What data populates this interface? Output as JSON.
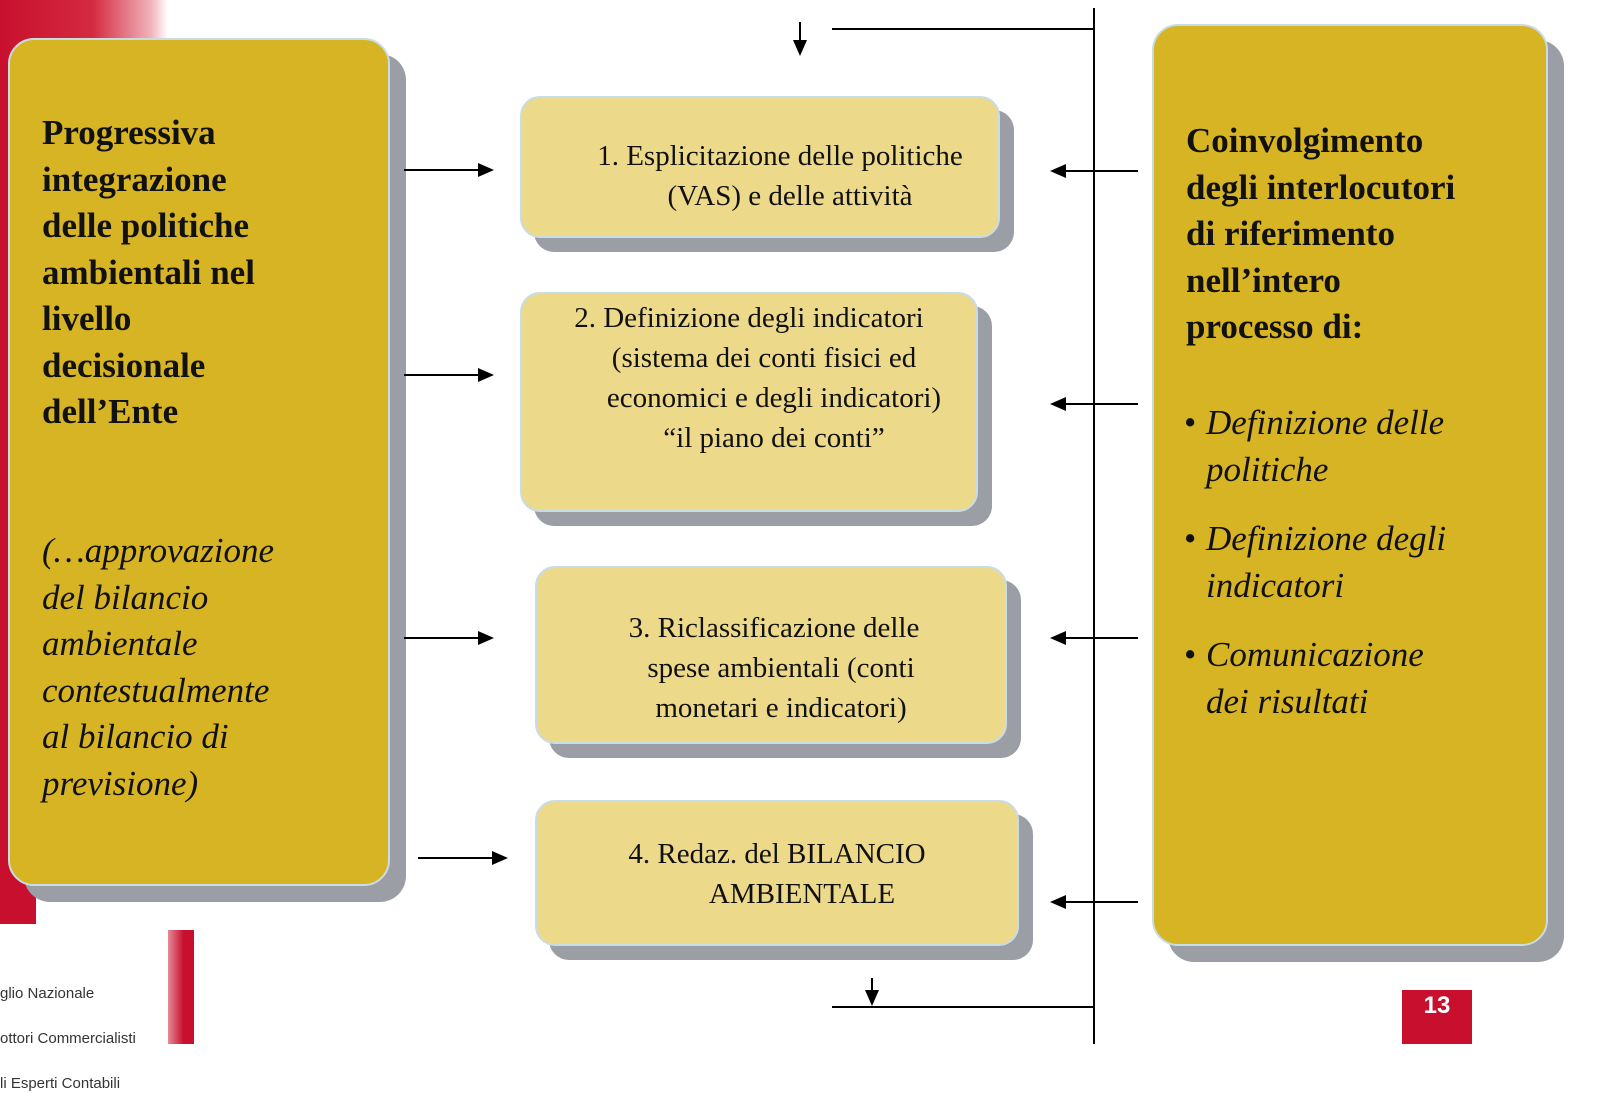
{
  "left_box": {
    "title_lines": [
      "Progressiva",
      "integrazione",
      "delle politiche",
      "ambientali nel",
      "livello",
      "decisionale",
      "dell’Ente"
    ],
    "note_lines": [
      "(…approvazione",
      "del bilancio",
      "ambientale",
      "contestualmente",
      "al bilancio di",
      "previsione)"
    ]
  },
  "steps": [
    {
      "lines": [
        "1.  Esplicitazione delle politiche",
        "(VAS) e delle attività"
      ]
    },
    {
      "lines": [
        "2.  Definizione degli indicatori",
        "(sistema dei conti fisici ed",
        "economici e degli indicatori)",
        "“il piano dei conti”"
      ]
    },
    {
      "lines": [
        "3.  Riclassificazione delle",
        "spese ambientali (conti",
        "monetari e indicatori)"
      ]
    },
    {
      "lines": [
        "4.  Redaz. del BILANCIO",
        "AMBIENTALE"
      ]
    }
  ],
  "right_box": {
    "title_lines": [
      "Coinvolgimento",
      "degli interlocutori",
      "di riferimento",
      "nell’intero",
      "processo di:"
    ],
    "bullets": [
      {
        "lines": [
          "Definizione delle",
          "politiche"
        ]
      },
      {
        "lines": [
          "Definizione degli",
          "indicatori"
        ]
      },
      {
        "lines": [
          "Comunicazione",
          "dei risultati"
        ]
      }
    ],
    "bullet_glyph": "•"
  },
  "footer": {
    "org_lines": [
      "glio Nazionale",
      "ottori Commercialisti",
      "li Esperti Contabili"
    ],
    "page_number": "13"
  },
  "colors": {
    "side_box_fill": "#d6b424",
    "step_box_fill": "#ecd98a",
    "box_border": "#c8dce6",
    "shadow": "#9b9ea4",
    "brand_red": "#c8102e"
  }
}
